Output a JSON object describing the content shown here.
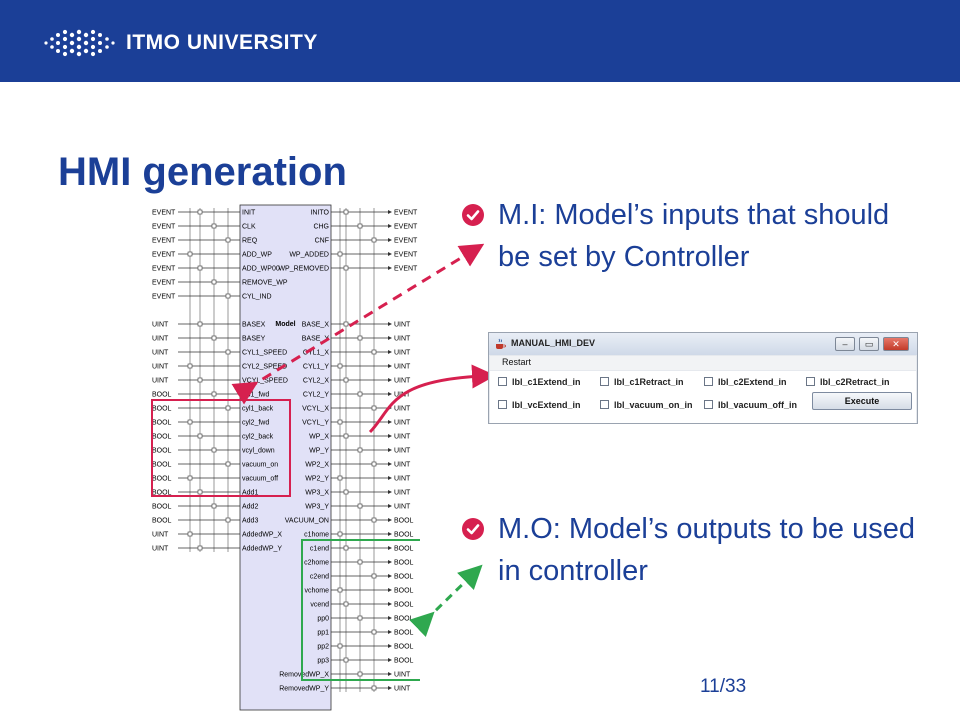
{
  "header": {
    "brand": "ITMO UNIVERSITY",
    "bar_color": "#1b3f97"
  },
  "slide": {
    "title": "HMI generation",
    "bullets": [
      {
        "icon": "check-circle-icon",
        "text": "M.I: Model’s inputs that should be set by Controller"
      },
      {
        "icon": "check-circle-icon",
        "text": "M.O: Model’s outputs to be used in controller"
      }
    ],
    "page_number": "11/33",
    "accent_color": "#d6204f"
  },
  "window": {
    "title": "MANUAL_HMI_DEV",
    "menu": "Restart",
    "checkboxes": [
      "lbl_c1Extend_in",
      "lbl_c1Retract_in",
      "lbl_c2Extend_in",
      "lbl_c2Retract_in",
      "lbl_vcExtend_in",
      "lbl_vacuum_on_in",
      "lbl_vacuum_off_in"
    ],
    "execute_label": "Execute",
    "controls": [
      "–",
      "▭",
      "✕"
    ]
  },
  "fb": {
    "name": "Model",
    "left_rows": [
      {
        "type": "EVENT",
        "port": "INIT"
      },
      {
        "type": "EVENT",
        "port": "CLK"
      },
      {
        "type": "EVENT",
        "port": "REQ"
      },
      {
        "type": "EVENT",
        "port": "ADD_WP"
      },
      {
        "type": "EVENT",
        "port": "ADD_WP00"
      },
      {
        "type": "EVENT",
        "port": "REMOVE_WP"
      },
      {
        "type": "EVENT",
        "port": "CYL_IND"
      },
      {
        "type": "",
        "port": ""
      },
      {
        "type": "UINT",
        "port": "BASEX"
      },
      {
        "type": "UINT",
        "port": "BASEY"
      },
      {
        "type": "UINT",
        "port": "CYL1_SPEED"
      },
      {
        "type": "UINT",
        "port": "CYL2_SPEED"
      },
      {
        "type": "UINT",
        "port": "VCYL_SPEED"
      },
      {
        "type": "BOOL",
        "port": "cyl1_fwd"
      },
      {
        "type": "BOOL",
        "port": "cyl1_back"
      },
      {
        "type": "BOOL",
        "port": "cyl2_fwd"
      },
      {
        "type": "BOOL",
        "port": "cyl2_back"
      },
      {
        "type": "BOOL",
        "port": "vcyl_down"
      },
      {
        "type": "BOOL",
        "port": "vacuum_on"
      },
      {
        "type": "BOOL",
        "port": "vacuum_off"
      },
      {
        "type": "BOOL",
        "port": "Add1"
      },
      {
        "type": "BOOL",
        "port": "Add2"
      },
      {
        "type": "BOOL",
        "port": "Add3"
      },
      {
        "type": "UINT",
        "port": "AddedWP_X"
      },
      {
        "type": "UINT",
        "port": "AddedWP_Y"
      }
    ],
    "right_rows": [
      {
        "port": "INITO",
        "type": "EVENT"
      },
      {
        "port": "CHG",
        "type": "EVENT"
      },
      {
        "port": "CNF",
        "type": "EVENT"
      },
      {
        "port": "WP_ADDED",
        "type": "EVENT"
      },
      {
        "port": "WP_REMOVED",
        "type": "EVENT"
      },
      {
        "port": "",
        "type": ""
      },
      {
        "port": "",
        "type": ""
      },
      {
        "port": "",
        "type": ""
      },
      {
        "port": "BASE_X",
        "type": "UINT"
      },
      {
        "port": "BASE_Y",
        "type": "UINT"
      },
      {
        "port": "CYL1_X",
        "type": "UINT"
      },
      {
        "port": "CYL1_Y",
        "type": "UINT"
      },
      {
        "port": "CYL2_X",
        "type": "UINT"
      },
      {
        "port": "CYL2_Y",
        "type": "UINT"
      },
      {
        "port": "VCYL_X",
        "type": "UINT"
      },
      {
        "port": "VCYL_Y",
        "type": "UINT"
      },
      {
        "port": "WP_X",
        "type": "UINT"
      },
      {
        "port": "WP_Y",
        "type": "UINT"
      },
      {
        "port": "WP2_X",
        "type": "UINT"
      },
      {
        "port": "WP2_Y",
        "type": "UINT"
      },
      {
        "port": "WP3_X",
        "type": "UINT"
      },
      {
        "port": "WP3_Y",
        "type": "UINT"
      },
      {
        "port": "VACUUM_ON",
        "type": "BOOL"
      },
      {
        "port": "c1home",
        "type": "BOOL"
      },
      {
        "port": "c1end",
        "type": "BOOL"
      },
      {
        "port": "c2home",
        "type": "BOOL"
      },
      {
        "port": "c2end",
        "type": "BOOL"
      },
      {
        "port": "vchome",
        "type": "BOOL"
      },
      {
        "port": "vcend",
        "type": "BOOL"
      },
      {
        "port": "pp0",
        "type": "BOOL"
      },
      {
        "port": "pp1",
        "type": "BOOL"
      },
      {
        "port": "pp2",
        "type": "BOOL"
      },
      {
        "port": "pp3",
        "type": "BOOL"
      },
      {
        "port": "RemovedWP_X",
        "type": "UINT"
      },
      {
        "port": "RemovedWP_Y",
        "type": "UINT"
      }
    ]
  }
}
